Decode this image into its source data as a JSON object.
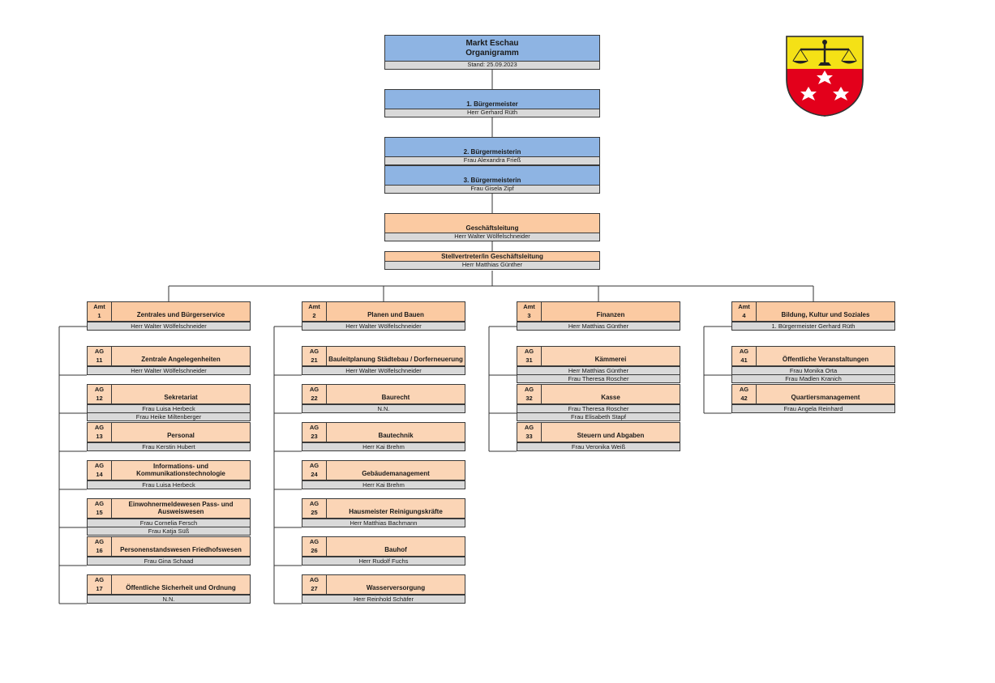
{
  "top": {
    "title": "Markt Eschau",
    "subtitle": "Organigramm",
    "date": "Stand: 25.09.2023"
  },
  "mayor1": {
    "title": "1. Bürgermeister",
    "person": "Herr Gerhard Rüth"
  },
  "mayor2": {
    "title": "2. Bürgermeisterin",
    "person": "Frau Alexandra Frieß"
  },
  "mayor3": {
    "title": "3. Bürgermeisterin",
    "person": "Frau Gisela Zipf"
  },
  "gl": {
    "title": "Geschäftsleitung",
    "person": "Herr Walter Wölfelschneider"
  },
  "gl_deputy": {
    "title": "Stellvertreter/in Geschäftsleitung",
    "person": "Herr Matthias Günther"
  },
  "colors": {
    "blue": "#8eb4e3",
    "orange": "#fbcaa2",
    "grey": "#d9d9d9",
    "crest_yellow": "#f4e116",
    "crest_red": "#e3001b"
  },
  "crest_icon": "coat-of-arms-scales-stars",
  "departments": [
    {
      "code_label": "Amt",
      "code": "1",
      "title": "Zentrales und Bürgerservice",
      "persons": [
        "Herr Walter Wölfelschneider"
      ],
      "groups": [
        {
          "code_label": "AG",
          "code": "11",
          "title": "Zentrale Angelegenheiten",
          "persons": [
            "Herr Walter Wölfelschneider"
          ]
        },
        {
          "code_label": "AG",
          "code": "12",
          "title": "Sekretariat",
          "persons": [
            "Frau Luisa Herbeck",
            "Frau Heike Miltenberger"
          ]
        },
        {
          "code_label": "AG",
          "code": "13",
          "title": "Personal",
          "persons": [
            "Frau Kerstin Hubert"
          ]
        },
        {
          "code_label": "AG",
          "code": "14",
          "title": "Informations- und Kommunikationstechnologie",
          "persons": [
            "Frau Luisa Herbeck"
          ]
        },
        {
          "code_label": "AG",
          "code": "15",
          "title": "Einwohnermeldewesen Pass- und Ausweiswesen",
          "persons": [
            "Frau Cornelia Fersch",
            "Frau Katja Süß"
          ]
        },
        {
          "code_label": "AG",
          "code": "16",
          "title": "Personenstandswesen Friedhofswesen",
          "persons": [
            "Frau Gina Schaad"
          ]
        },
        {
          "code_label": "AG",
          "code": "17",
          "title": "Öffentliche Sicherheit und Ordnung",
          "persons": [
            "N.N."
          ]
        }
      ]
    },
    {
      "code_label": "Amt",
      "code": "2",
      "title": "Planen und Bauen",
      "persons": [
        "Herr Walter Wölfelschneider"
      ],
      "groups": [
        {
          "code_label": "AG",
          "code": "21",
          "title": "Bauleitplanung Städtebau / Dorferneuerung",
          "persons": [
            "Herr Walter Wölfelschneider"
          ]
        },
        {
          "code_label": "AG",
          "code": "22",
          "title": "Baurecht",
          "persons": [
            "N.N."
          ]
        },
        {
          "code_label": "AG",
          "code": "23",
          "title": "Bautechnik",
          "persons": [
            "Herr Kai Brehm"
          ]
        },
        {
          "code_label": "AG",
          "code": "24",
          "title": "Gebäudemanagement",
          "persons": [
            "Herr Kai Brehm"
          ]
        },
        {
          "code_label": "AG",
          "code": "25",
          "title": "Hausmeister Reinigungskräfte",
          "persons": [
            "Herr Matthias Bachmann"
          ]
        },
        {
          "code_label": "AG",
          "code": "26",
          "title": "Bauhof",
          "persons": [
            "Herr Rudolf Fuchs"
          ]
        },
        {
          "code_label": "AG",
          "code": "27",
          "title": "Wasserversorgung",
          "persons": [
            "Herr Reinhold Schäfer"
          ]
        }
      ]
    },
    {
      "code_label": "Amt",
      "code": "3",
      "title": "Finanzen",
      "persons": [
        "Herr Matthias Günther"
      ],
      "groups": [
        {
          "code_label": "AG",
          "code": "31",
          "title": "Kämmerei",
          "persons": [
            "Herr Matthias Günther",
            "Frau Theresa Roscher"
          ]
        },
        {
          "code_label": "AG",
          "code": "32",
          "title": "Kasse",
          "persons": [
            "Frau Theresa Roscher",
            "Frau Elisabeth Stapf"
          ]
        },
        {
          "code_label": "AG",
          "code": "33",
          "title": "Steuern und Abgaben",
          "persons": [
            "Frau Veronika Weiß"
          ]
        }
      ]
    },
    {
      "code_label": "Amt",
      "code": "4",
      "title": "Bildung, Kultur und Soziales",
      "persons": [
        "1. Bürgermeister Gerhard Rüth"
      ],
      "groups": [
        {
          "code_label": "AG",
          "code": "41",
          "title": "Öffentliche Veranstaltungen",
          "persons": [
            "Frau Monika Orta",
            "Frau Madlen Kranich"
          ]
        },
        {
          "code_label": "AG",
          "code": "42",
          "title": "Quartiersmanagement",
          "persons": [
            "Frau Angela Reinhard"
          ]
        }
      ]
    }
  ]
}
